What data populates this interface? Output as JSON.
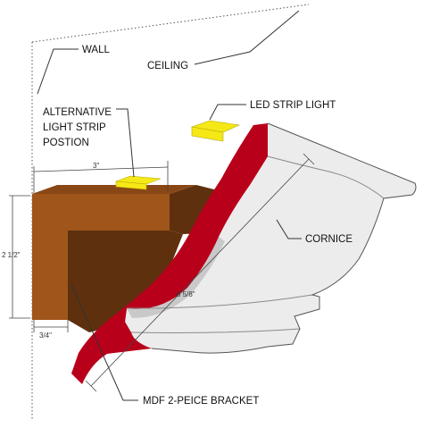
{
  "labels": {
    "wall": "WALL",
    "ceiling": "CEILING",
    "alt_light_line1": "ALTERNATIVE",
    "alt_light_line2": "LIGHT STRIP",
    "alt_light_line3": "POSTION",
    "led_strip": "LED STRIP LIGHT",
    "cornice": "CORNICE",
    "bracket": "MDF 2-PEICE BRACKET"
  },
  "dimensions": {
    "bracket_width": "3\"",
    "bracket_height": "2 1/2\"",
    "bracket_thickness": "3/4\"",
    "cornice_length": "6 5/8\""
  },
  "colors": {
    "cornice_face": "#ececec",
    "cornice_shadow": "#c9c9c9",
    "cornice_edge": "#b8001a",
    "bracket_front": "#a0551a",
    "bracket_shadow": "#5e300e",
    "bracket_top": "#8a4716",
    "led": "#f5e817"
  }
}
